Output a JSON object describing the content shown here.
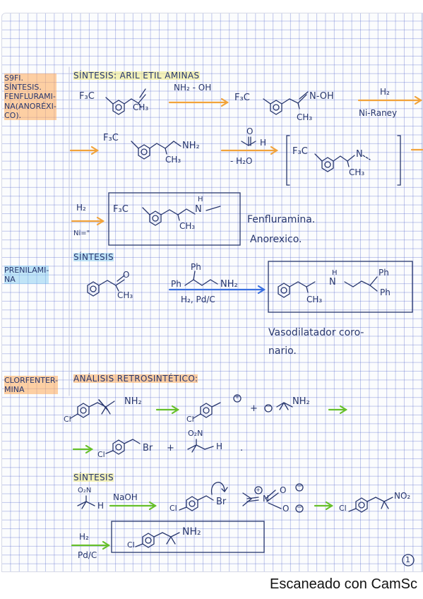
{
  "colors": {
    "ink": "#27366e",
    "orange_arrow": "#f2a33a",
    "blue_arrow": "#3a6fe0",
    "green_arrow": "#66c02a",
    "highlight_orange": "#ffaa5a",
    "highlight_blue": "#78c8f0",
    "highlight_yellow": "#f0eb82"
  },
  "section1": {
    "side_label_lines": [
      "S9FI.",
      "SÍNTESIS.",
      "FENFLURAMI-",
      "NA(ANORÉXI-",
      "CO)."
    ],
    "heading": "SÍNTESIS: ARIL ETIL AMINAS",
    "reactant_cf3": "F₃C",
    "reactant_ch3": "CH₃",
    "reagent1": "NH₂ - OH",
    "oxime_cf3": "F₃C",
    "oxime_group": "N-OH",
    "oxime_ch3": "CH₃",
    "reagent2_top": "H₂",
    "reagent2_bottom": "Ni-Raney",
    "amine_cf3": "F₃C",
    "amine_nh2": "NH₂",
    "amine_ch3": "CH₃",
    "reagent3_bottom": "- H₂O",
    "aldehyde_h": "H",
    "aldehyde_o": "O",
    "imine_cf3": "F₃C",
    "imine_n": "N",
    "imine_ch3": "CH₃",
    "reagent4_top": "H₂",
    "reagent4_bottom": "Ni=\"",
    "product_cf3": "F₃C",
    "product_h": "H",
    "product_n": "N",
    "product_ch3": "CH₃",
    "product_name": "Fenfluramina.",
    "product_use": "Anorexico."
  },
  "section2": {
    "heading": "SÍNTESIS",
    "side_label_lines": [
      "PRENILAMI-",
      "NA"
    ],
    "ketone_o": "O",
    "ketone_ch3": "CH₃",
    "amine_ph_top": "Ph",
    "amine_ph_left": "Ph",
    "amine_nh2": "NH₂",
    "reagent": "H₂, Pd/C",
    "product_h": "H",
    "product_n": "N",
    "product_ch3": "CH₃",
    "product_ph1": "Ph",
    "product_ph2": "Ph",
    "product_use_lines": [
      "Vasodilatador coro-",
      "nario."
    ]
  },
  "section3": {
    "side_label_lines": [
      "CLORFENTER-",
      "MINA"
    ],
    "heading": "ANÁLISIS RETROSINTÉTICO:",
    "target_cl": "Cl",
    "target_nh2": "NH₂",
    "synthon_cl": "Cl",
    "synthon_plus_charge": "+",
    "plus": "+",
    "synthon2_minus": "−",
    "synthon2_nh2": "NH₂",
    "equiv_cl": "Cl",
    "equiv_br": "Br",
    "equiv_plus": "+",
    "equiv_o2n": "O₂N",
    "equiv_h": "H",
    "period": "."
  },
  "section4": {
    "heading": "SÍNTESIS",
    "nitro_o2n": "O₂N",
    "nitro_h": "H",
    "reagent_naoh": "NaOH",
    "benzyl_cl": "Cl",
    "benzyl_br": "Br",
    "nitronate_n": "N",
    "nitronate_o1": "O",
    "nitronate_o2": "O",
    "charge_plus": "+",
    "charge_minus1": "−",
    "charge_minus2": "−",
    "alk_cl": "Cl",
    "alk_no2": "NO₂",
    "reduce_top": "H₂",
    "reduce_bottom": "Pd/C",
    "final_cl": "Cl",
    "final_nh2": "NH₂",
    "page_number": "1"
  },
  "footer": {
    "watermark": "Escaneado con CamSc"
  }
}
